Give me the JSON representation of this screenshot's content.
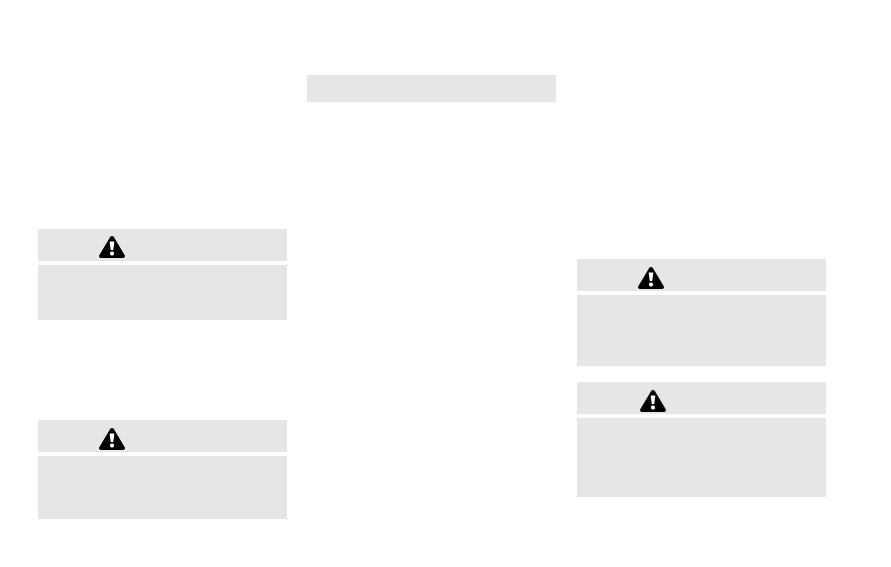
{
  "colors": {
    "panel_fill": "#e6e6e6",
    "icon_fill": "#000000",
    "background": "#ffffff"
  },
  "icons": {
    "warning": "warning-triangle-icon"
  },
  "panels": [
    {
      "id": "left-top"
    },
    {
      "id": "left-bottom"
    },
    {
      "id": "right-top"
    },
    {
      "id": "right-bottom"
    }
  ]
}
